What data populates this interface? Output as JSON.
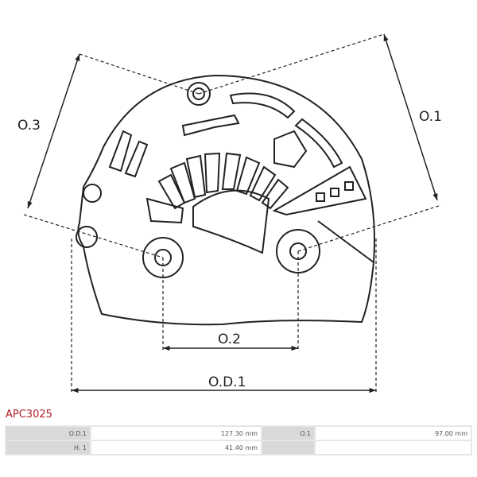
{
  "diagram": {
    "labels": {
      "o3": "O.3",
      "o1": "O.1",
      "o2": "O.2",
      "od1": "O.D.1"
    },
    "line_color": "#222222"
  },
  "product": {
    "code": "APC3025",
    "code_color": "#b01e23"
  },
  "specs": [
    {
      "label1": "O.D.1",
      "value1": "127.30 mm",
      "label2": "O.1",
      "value2": "97.00 mm"
    },
    {
      "label1": "H. 1",
      "value1": "41.40 mm",
      "label2": "",
      "value2": ""
    }
  ]
}
